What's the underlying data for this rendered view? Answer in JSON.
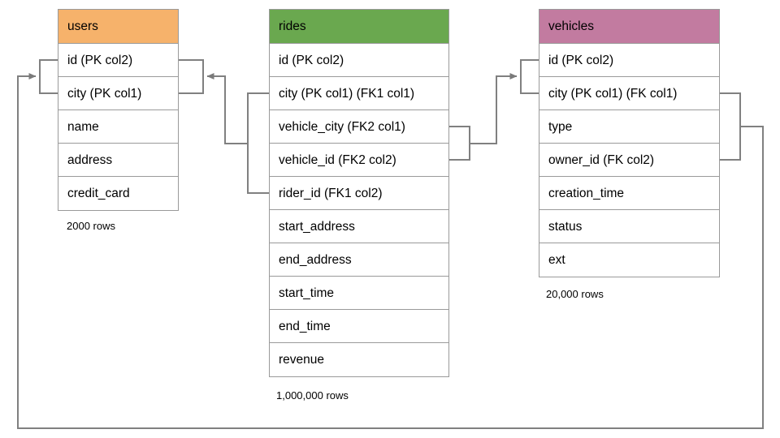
{
  "diagram": {
    "type": "er-diagram",
    "title": "",
    "background_color": "#ffffff",
    "edge_color": "#808080"
  },
  "tables": [
    {
      "name": "users",
      "header_color": "#f6b26b",
      "columns": [
        "id (PK col2)",
        "city (PK col1)",
        "name",
        "address",
        "credit_card"
      ],
      "row_count_label": "2000 rows"
    },
    {
      "name": "rides",
      "header_color": "#6aa84f",
      "columns": [
        "id (PK col2)",
        "city (PK col1) (FK1 col1)",
        "vehicle_city (FK2 col1)",
        "vehicle_id (FK2 col2)",
        "rider_id (FK1 col2)",
        "start_address",
        "end_address",
        "start_time",
        "end_time",
        "revenue"
      ],
      "row_count_label": "1,000,000 rows"
    },
    {
      "name": "vehicles",
      "header_color": "#c27ba0",
      "columns": [
        "id (PK col2)",
        "city (PK col1) (FK col1)",
        "type",
        "owner_id (FK col2)",
        "creation_time",
        "status",
        "ext"
      ],
      "row_count_label": "20,000 rows"
    }
  ],
  "relationships": [
    {
      "name": "rides-fk1-to-users",
      "from_table": "rides",
      "from_columns": [
        "city (PK col1) (FK1 col1)",
        "rider_id (FK1 col2)"
      ],
      "to_table": "users",
      "to_columns": [
        "id (PK col2)",
        "city (PK col1)"
      ],
      "arrow_at": "users"
    },
    {
      "name": "rides-fk2-to-vehicles",
      "from_table": "rides",
      "from_columns": [
        "vehicle_city (FK2 col1)",
        "vehicle_id (FK2 col2)"
      ],
      "to_table": "vehicles",
      "to_columns": [
        "id (PK col2)",
        "city (PK col1) (FK col1)"
      ],
      "arrow_at": "vehicles"
    },
    {
      "name": "vehicles-fk-to-users",
      "from_table": "vehicles",
      "from_columns": [
        "city (PK col1) (FK col1)",
        "owner_id (FK col2)"
      ],
      "to_table": "users",
      "to_columns": [
        "id (PK col2)",
        "city (PK col1)"
      ],
      "arrow_at": "users"
    }
  ]
}
